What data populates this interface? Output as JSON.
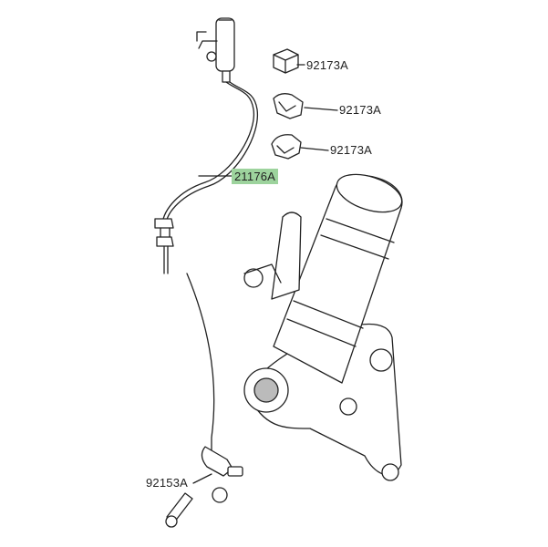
{
  "parts": [
    {
      "id": "clip-1",
      "label": "92173A"
    },
    {
      "id": "clip-2",
      "label": "92173A"
    },
    {
      "id": "clip-3",
      "label": "92173A"
    },
    {
      "id": "sensor-cable",
      "label": "21176A",
      "highlighted": true
    },
    {
      "id": "bolt",
      "label": "92153A"
    }
  ],
  "colors": {
    "highlight": "#9dd39d",
    "line": "#222222"
  }
}
